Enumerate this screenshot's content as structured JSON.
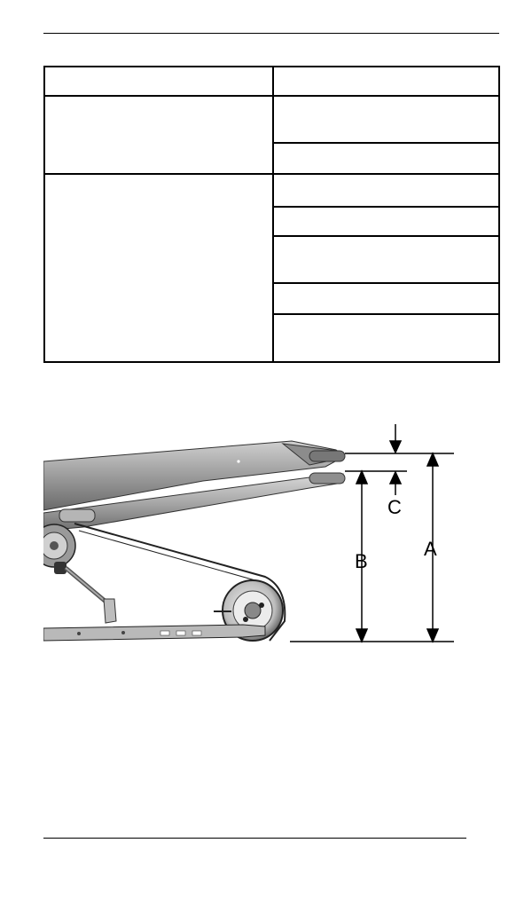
{
  "spec_table": {
    "header": [
      "",
      ""
    ],
    "groups": [
      {
        "label": "",
        "rows": [
          "",
          ""
        ]
      },
      {
        "label": "",
        "rows": [
          "",
          "",
          "",
          "",
          ""
        ]
      }
    ]
  },
  "figure": {
    "labels": {
      "a": "A",
      "b": "B",
      "c": "C"
    }
  }
}
